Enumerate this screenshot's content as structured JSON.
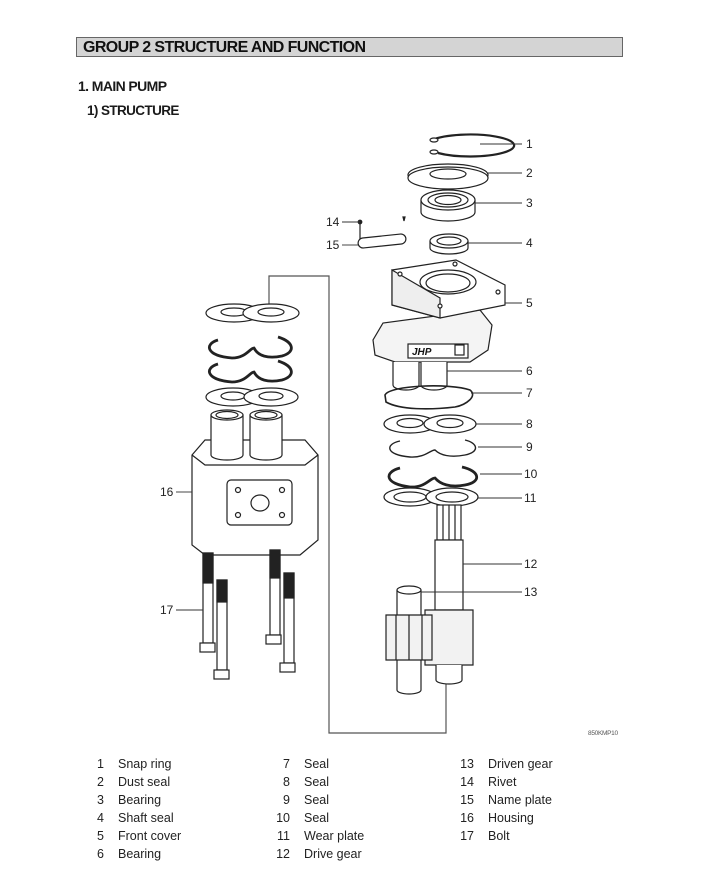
{
  "header": {
    "group_title": "GROUP  2  STRUCTURE AND FUNCTION",
    "section_title": "1. MAIN PUMP",
    "subsection_title": "1) STRUCTURE"
  },
  "diagram": {
    "figure_code": "850KMP10",
    "brand_mark": "JHP",
    "callouts": [
      "1",
      "2",
      "3",
      "4",
      "5",
      "6",
      "7",
      "8",
      "9",
      "10",
      "11",
      "12",
      "13",
      "14",
      "15",
      "16",
      "17"
    ]
  },
  "legend": {
    "columns": [
      [
        {
          "num": "1",
          "label": "Snap ring"
        },
        {
          "num": "2",
          "label": "Dust seal"
        },
        {
          "num": "3",
          "label": "Bearing"
        },
        {
          "num": "4",
          "label": "Shaft seal"
        },
        {
          "num": "5",
          "label": "Front cover"
        },
        {
          "num": "6",
          "label": "Bearing"
        }
      ],
      [
        {
          "num": "7",
          "label": "Seal"
        },
        {
          "num": "8",
          "label": "Seal"
        },
        {
          "num": "9",
          "label": "Seal"
        },
        {
          "num": "10",
          "label": "Seal"
        },
        {
          "num": "11",
          "label": "Wear plate"
        },
        {
          "num": "12",
          "label": "Drive gear"
        }
      ],
      [
        {
          "num": "13",
          "label": "Driven gear"
        },
        {
          "num": "14",
          "label": "Rivet"
        },
        {
          "num": "15",
          "label": "Name plate"
        },
        {
          "num": "16",
          "label": "Housing"
        },
        {
          "num": "17",
          "label": "Bolt"
        }
      ]
    ]
  },
  "colors": {
    "header_bg": "#d4d4d4",
    "line": "#333333"
  }
}
